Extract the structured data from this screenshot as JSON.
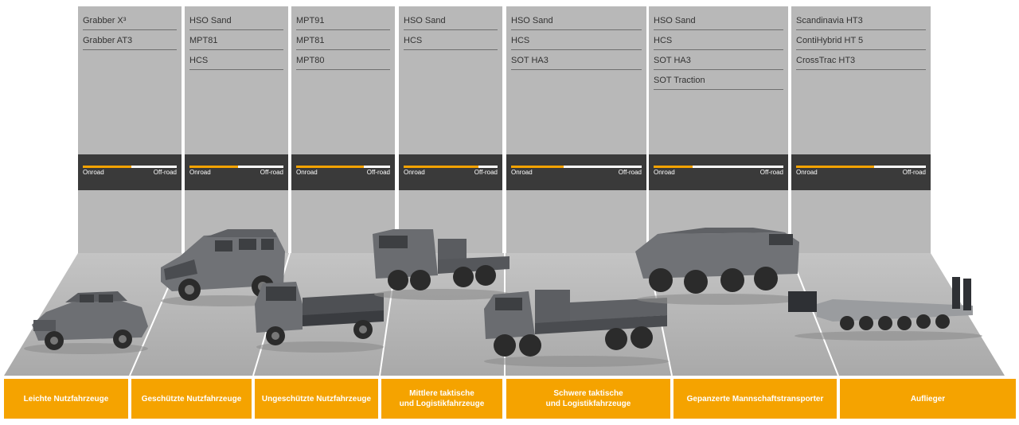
{
  "colors": {
    "accent": "#f5a300",
    "panel": "#b8b8b8",
    "bar": "#3a3a3a",
    "separator": "#ffffff"
  },
  "scale": {
    "onroad_label": "Onroad",
    "offroad_label": "Off-road"
  },
  "columns": [
    {
      "id": "leicht",
      "tires": [
        "Grabber X³",
        "Grabber AT3"
      ],
      "onroad_share": 0.52,
      "category": [
        "Leichte Nutzfahrzeuge"
      ],
      "vehicle": "humvee-icon"
    },
    {
      "id": "geschuetzt",
      "tires": [
        "HSO Sand",
        "MPT81",
        "HCS"
      ],
      "onroad_share": 0.52,
      "category": [
        "Geschützte Nutzfahrzeuge"
      ],
      "vehicle": "armored-suv-icon"
    },
    {
      "id": "ungeschuetzt",
      "tires": [
        "MPT91",
        "MPT81",
        "MPT80"
      ],
      "onroad_share": 0.72,
      "category": [
        "Ungeschützte Nutzfahrzeuge"
      ],
      "vehicle": "utility-truck-icon"
    },
    {
      "id": "mittlere",
      "tires": [
        "HSO Sand",
        "HCS"
      ],
      "onroad_share": 0.8,
      "category": [
        "Mittlere taktische",
        "und Logistikfahrzeuge"
      ],
      "vehicle": "tractor-truck-icon"
    },
    {
      "id": "schwere",
      "tires": [
        "HSO Sand",
        "HCS",
        "SOT HA3"
      ],
      "onroad_share": 0.4,
      "category": [
        "Schwere taktische",
        "und Logistikfahrzeuge"
      ],
      "vehicle": "heavy-truck-icon"
    },
    {
      "id": "gepanzert",
      "tires": [
        "HSO Sand",
        "HCS",
        "SOT HA3",
        "SOT Traction"
      ],
      "onroad_share": 0.3,
      "category": [
        "Gepanzerte Mannschaftstransporter"
      ],
      "vehicle": "apc-icon"
    },
    {
      "id": "auflieger",
      "tires": [
        "Scandinavia HT3",
        "ContiHybrid HT 5",
        "CrossTrac HT3"
      ],
      "onroad_share": 0.6,
      "category": [
        "Auflieger"
      ],
      "vehicle": "lowbed-trailer-icon"
    }
  ]
}
